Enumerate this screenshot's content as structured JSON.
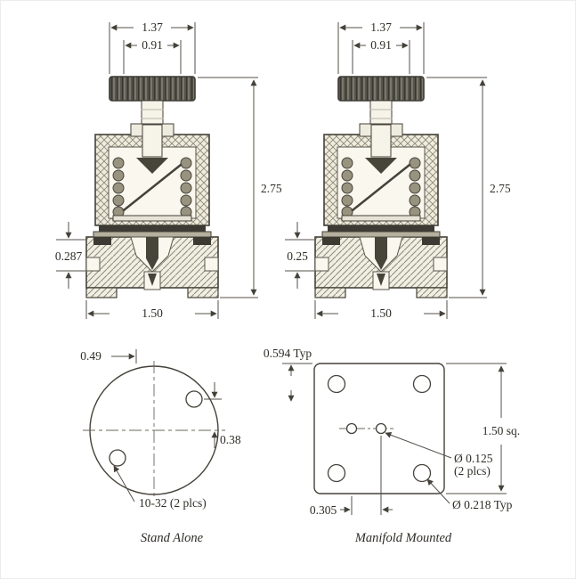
{
  "drawing": {
    "section_left": {
      "width_top": "1.37",
      "width_inner": "0.91",
      "height": "2.75",
      "port_height": "0.287",
      "base_width": "1.50"
    },
    "section_right": {
      "width_top": "1.37",
      "width_inner": "0.91",
      "height": "2.75",
      "port_height": "0.25",
      "base_width": "1.50"
    },
    "bottom_left": {
      "hole_offset_x": "0.49",
      "hole_offset_y": "0.38",
      "thread_callout": "10-32 (2 plcs)",
      "caption": "Stand Alone"
    },
    "bottom_right": {
      "edge_offset": "0.594 Typ",
      "square_size": "1.50 sq.",
      "center_hole_dia": "Ø 0.125",
      "center_hole_qty": "(2 plcs)",
      "corner_hole_dia": "Ø 0.218 Typ",
      "center_hole_spacing": "0.305",
      "caption": "Manifold Mounted"
    }
  },
  "colors": {
    "line": "#45423a",
    "dim_line": "#55514a",
    "paper": "#ffffff"
  }
}
